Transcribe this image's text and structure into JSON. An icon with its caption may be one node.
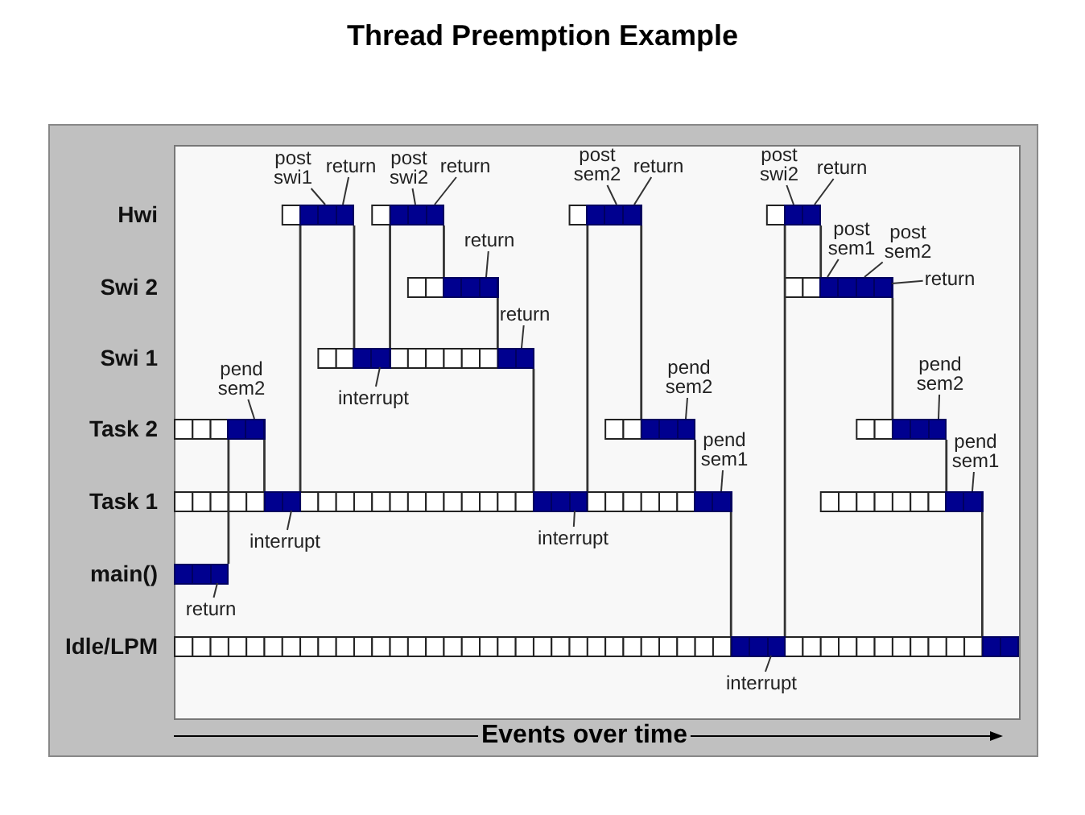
{
  "diagram": {
    "title": "Thread Preemption Example",
    "nodes": [
      {
        "text": [
          "post swi1"
        ]
      },
      {
        "text": [
          "return"
        ]
      },
      {
        "text": [
          "post swi2"
        ]
      },
      {
        "text": [
          "return"
        ]
      },
      {
        "text": [
          "post sem2"
        ]
      },
      {
        "text": [
          "return"
        ]
      },
      {
        "text": [
          "post swi2"
        ]
      },
      {
        "text": [
          "return"
        ]
      },
      {
        "text": [
          "return"
        ]
      },
      {
        "text": [
          "post sem1"
        ]
      },
      {
        "text": [
          "post sem2"
        ]
      },
      {
        "text": [
          "return"
        ]
      },
      {
        "text": [
          "return"
        ]
      },
      {
        "text": [
          "interrupt"
        ]
      },
      {
        "text": [
          "pend sem2"
        ]
      },
      {
        "text": [
          "pend sem2"
        ]
      },
      {
        "text": [
          "pend sem2"
        ]
      },
      {
        "text": [
          "pend sem1"
        ]
      },
      {
        "text": [
          "pend sem1"
        ]
      },
      {
        "text": [
          "interrupt"
        ]
      },
      {
        "text": [
          "interrupt"
        ]
      },
      {
        "text": [
          "return"
        ]
      },
      {
        "text": [
          "interrupt"
        ]
      },
      {
        "text": [],
        "shape": "bar"
      },
      {
        "text": [],
        "shape": "bar"
      },
      {
        "text": [],
        "shape": "bar"
      },
      {
        "text": [],
        "shape": "bar"
      },
      {
        "text": [],
        "shape": "bar"
      },
      {
        "text": [],
        "shape": "bar"
      },
      {
        "text": [],
        "shape": "bar"
      },
      {
        "text": [],
        "shape": "bar"
      },
      {
        "text": [],
        "shape": "bar"
      },
      {
        "text": [],
        "shape": "bar"
      },
      {
        "text": [],
        "shape": "bar"
      },
      {
        "text": [],
        "shape": "bar"
      },
      {
        "text": [],
        "shape": "bar"
      },
      {
        "text": [],
        "shape": "bar"
      },
      {
        "text": [],
        "shape": "bar"
      },
      {
        "text": [],
        "shape": "bar"
      },
      {
        "text": [],
        "shape": "bar"
      },
      {
        "text": [],
        "shape": "bar"
      }
    ],
    "edges": [
      {
        "from": 0,
        "to": 23,
        "arrow": "none"
      },
      {
        "from": 1,
        "to": 23,
        "arrow": "none"
      },
      {
        "from": 2,
        "to": 24,
        "arrow": "none"
      },
      {
        "from": 3,
        "to": 24,
        "arrow": "none"
      },
      {
        "from": 4,
        "to": 25,
        "arrow": "none"
      },
      {
        "from": 5,
        "to": 25,
        "arrow": "none"
      },
      {
        "from": 6,
        "to": 26,
        "arrow": "none"
      },
      {
        "from": 7,
        "to": 26,
        "arrow": "none"
      },
      {
        "from": 8,
        "to": 27,
        "arrow": "none"
      },
      {
        "from": 9,
        "to": 28,
        "arrow": "none"
      },
      {
        "from": 10,
        "to": 28,
        "arrow": "none"
      },
      {
        "from": 11,
        "to": 28,
        "arrow": "none"
      },
      {
        "from": 12,
        "to": 30,
        "arrow": "none"
      },
      {
        "from": 13,
        "to": 29,
        "arrow": "none"
      },
      {
        "from": 14,
        "to": 31,
        "arrow": "none"
      },
      {
        "from": 15,
        "to": 32,
        "arrow": "none"
      },
      {
        "from": 16,
        "to": 33,
        "arrow": "none"
      },
      {
        "from": 17,
        "to": 36,
        "arrow": "none"
      },
      {
        "from": 18,
        "to": 37,
        "arrow": "none"
      },
      {
        "from": 19,
        "to": 34,
        "arrow": "none"
      },
      {
        "from": 20,
        "to": 35,
        "arrow": "none"
      },
      {
        "from": 21,
        "to": 38,
        "arrow": "none"
      },
      {
        "from": 22,
        "to": 39,
        "arrow": "none"
      },
      {
        "from": 38,
        "to": 31,
        "arrow": "none"
      },
      {
        "from": 31,
        "to": 34,
        "arrow": "none"
      },
      {
        "from": 34,
        "to": 23,
        "arrow": "none"
      },
      {
        "from": 23,
        "to": 29,
        "arrow": "none"
      },
      {
        "from": 29,
        "to": 24,
        "arrow": "none"
      },
      {
        "from": 24,
        "to": 27,
        "arrow": "none"
      },
      {
        "from": 27,
        "to": 30,
        "arrow": "none"
      },
      {
        "from": 30,
        "to": 35,
        "arrow": "none"
      },
      {
        "from": 35,
        "to": 25,
        "arrow": "none"
      },
      {
        "from": 25,
        "to": 32,
        "arrow": "none"
      },
      {
        "from": 32,
        "to": 36,
        "arrow": "none"
      },
      {
        "from": 36,
        "to": 39,
        "arrow": "none"
      },
      {
        "from": 39,
        "to": 26,
        "arrow": "none"
      },
      {
        "from": 26,
        "to": 28,
        "arrow": "none"
      },
      {
        "from": 28,
        "to": 33,
        "arrow": "none"
      },
      {
        "from": 33,
        "to": 37,
        "arrow": "none"
      },
      {
        "from": 37,
        "to": 40,
        "arrow": "none"
      }
    ],
    "labels": [
      "Hwi",
      "Swi 2",
      "Swi 1",
      "Task 2",
      "Task 1",
      "main()",
      "Idle/LPM",
      "Events over time"
    ]
  }
}
